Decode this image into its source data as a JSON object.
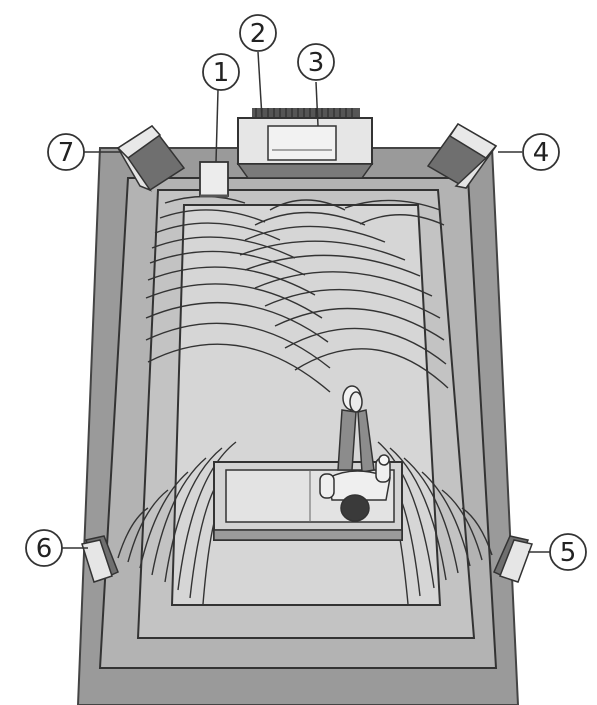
{
  "callouts": [
    {
      "id": "c1",
      "label": "1"
    },
    {
      "id": "c2",
      "label": "2"
    },
    {
      "id": "c3",
      "label": "3"
    },
    {
      "id": "c4",
      "label": "4"
    },
    {
      "id": "c5",
      "label": "5"
    },
    {
      "id": "c6",
      "label": "6"
    },
    {
      "id": "c7",
      "label": "7"
    }
  ],
  "colors": {
    "room_outer": "#9a9a9a",
    "room_middle": "#b3b3b3",
    "room_inner": "#c8c8c8",
    "floor_center": "#d6d6d6",
    "speaker_front": "#e8e8e8",
    "speaker_side": "#6f6f6f",
    "wave_line": "#333333"
  }
}
